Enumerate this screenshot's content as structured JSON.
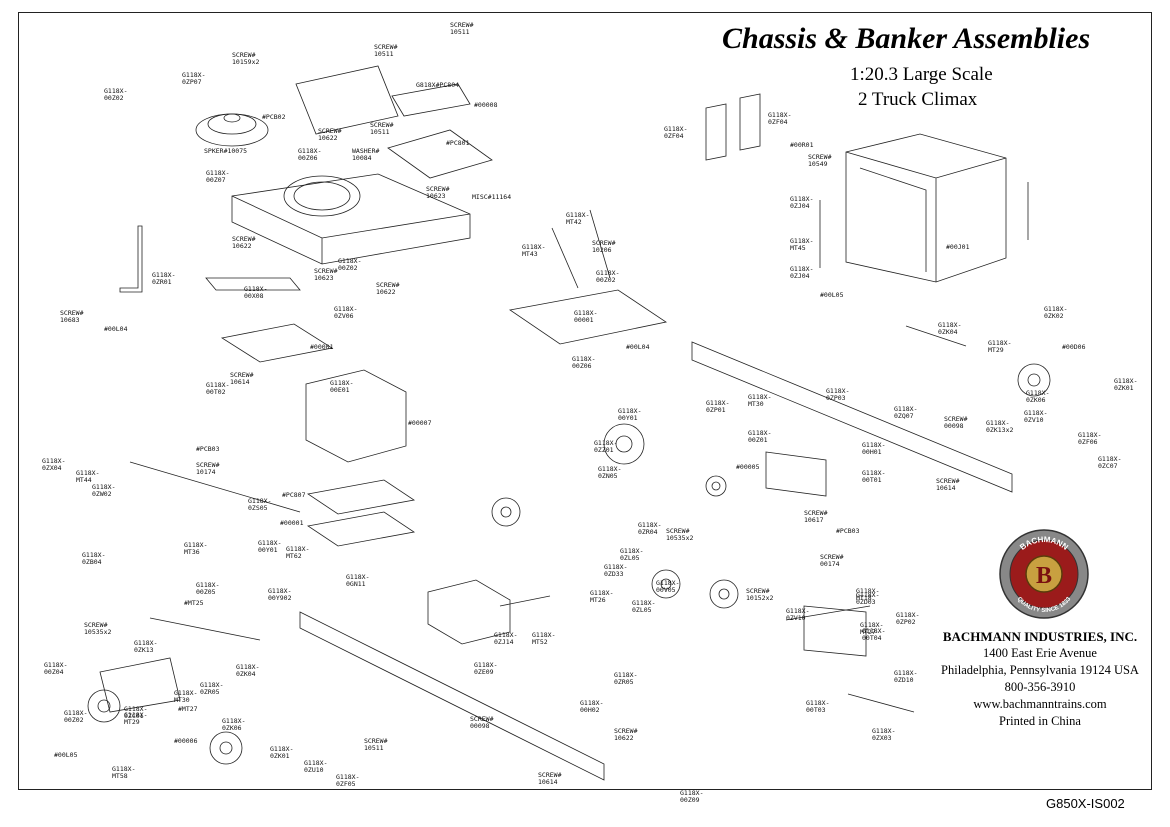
{
  "title": "Chassis & Banker Assemblies",
  "subtitle_scale": "1:20.3 Large Scale",
  "subtitle_model": "2 Truck Climax",
  "logo": {
    "text_top": "BACHMANN",
    "text_bottom": "QUALITY SINCE 1833"
  },
  "company": {
    "name": "BACHMANN INDUSTRIES, INC.",
    "street": "1400 East Erie Avenue",
    "city": "Philadelphia, Pennsylvania 19124 USA",
    "phone": "800-356-3910",
    "web": "www.bachmanntrains.com",
    "origin": "Printed in China"
  },
  "doc_code": "G850X-IS002",
  "labels": [
    "SCREW#\n10511",
    "SCREW#\n10159x2",
    "G118X-\n0ZP07",
    "SCREW#\n10511",
    "G818X#PC804",
    "G118X-\n00Z02",
    "SPKER#10075",
    "#PCB02",
    "SCREW#\n10622",
    "SCREW#\n10511",
    "#PC801",
    "#00008",
    "G118X-\n00Z07",
    "G118X-\n00Z06",
    "WASHER#\n10084",
    "MISC#11164",
    "SCREW#\n10623",
    "SCREW#\n10622",
    "G118X-\n0ZR01",
    "SCREW#\n10683",
    "G118X-\n00X08",
    "SCREW#\n10623",
    "G118X-\n00Z02",
    "SCREW#\n10622",
    "G118X-\n0ZV06",
    "#00L04",
    "#00001",
    "G118X-\n00T02",
    "SCREW#\n10614",
    "G118X-\n00E01",
    "#00007",
    "#PCB03",
    "SCREW#\n10174",
    "#PC807",
    "#00001",
    "G118X-\n0GN11",
    "G118X-\n0ZF04",
    "G118X-\n0ZF04",
    "#00R01",
    "SCREW#\n10549",
    "G118X-\n0ZJ04",
    "G118X-\nMT45",
    "#00J01",
    "G118X-\n0ZJ04",
    "#00L05",
    "G118X-\nMT42",
    "G118X-\nMT43",
    "SCREW#\n10206",
    "G118X-\n00Z02",
    "G118X-\n00001",
    "G118X-\n00Z06",
    "#00L04",
    "G118X-\n0ZK04",
    "G118X-\n0ZK02",
    "G118X-\nMT29",
    "#00D06",
    "G118X-\n0ZK01",
    "G118X-\n0ZK06",
    "G118X-\n0ZP03",
    "G118X-\n0ZQ07",
    "SCREW#\n00098",
    "G118X-\n0ZK13x2",
    "G118X-\n0ZV10",
    "G118X-\n0ZF06",
    "G118X-\n0ZC07",
    "G118X-\n00T01",
    "SCREW#\n10614",
    "SCREW#\n10617",
    "#PCB03",
    "SCREW#\n00174",
    "G118X-\n00Y01",
    "G118X-\n0ZP01",
    "G118X-\nMT30",
    "G118X-\n00Z01",
    "G118X-\n0ZZ01",
    "G118X-\n0ZN05",
    "G118X-\n00H01",
    "#00005",
    "G118X-\n0ZR04",
    "SCREW#\n10535x2",
    "G118X-\n0ZL05",
    "G118X-\n0ZD33",
    "G118X-\nMT26",
    "G118X-\n0ZL05",
    "G118X-\n00V05",
    "SCREW#\n10152x2",
    "G118X-\n0ZD03",
    "G118X-\nMT18",
    "G118X-\n0ZP02",
    "G118X-\n0ZV10",
    "G118X-\nMT27",
    "G118X-\n00T04",
    "G118X-\n0ZD10",
    "G118X-\n00T03",
    "G118X-\n0ZX03",
    "G118X-\nMT52",
    "G118X-\n0ZJ14",
    "G118X-\n0ZE09",
    "SCREW#\n00098",
    "G118X-\n00H02",
    "SCREW#\n10622",
    "SCREW#\n10614",
    "G118X-\n0ZR05",
    "G118X-\n0ZX04",
    "G118X-\nMT44",
    "G118X-\n0ZW02",
    "G118X-\n0ZB04",
    "G118X-\n0ZS05",
    "G118X-\nMT36",
    "G118X-\n00Y01",
    "G118X-\nMT62",
    "G118X-\n00Z05",
    "#MT25",
    "G118X-\n00Y902",
    "SCREW#\n10535x2",
    "G118X-\n0ZK13",
    "G118X-\n0ZK04",
    "G118X-\n0ZR05",
    "G118X-\n00Z04",
    "G118X-\n00Z02",
    "G118X-\n0ZC01",
    "G118X-\nMT29",
    "G118X-\nMT30",
    "#MT27",
    "#00006",
    "G118X-\n0ZK06",
    "G118X-\n0ZK01",
    "G118X-\n0ZU10",
    "G118X-\n0ZF05",
    "SCREW#\n10511",
    "#00L05",
    "G118X-\nMT58",
    "G118X-\n00Z09"
  ]
}
